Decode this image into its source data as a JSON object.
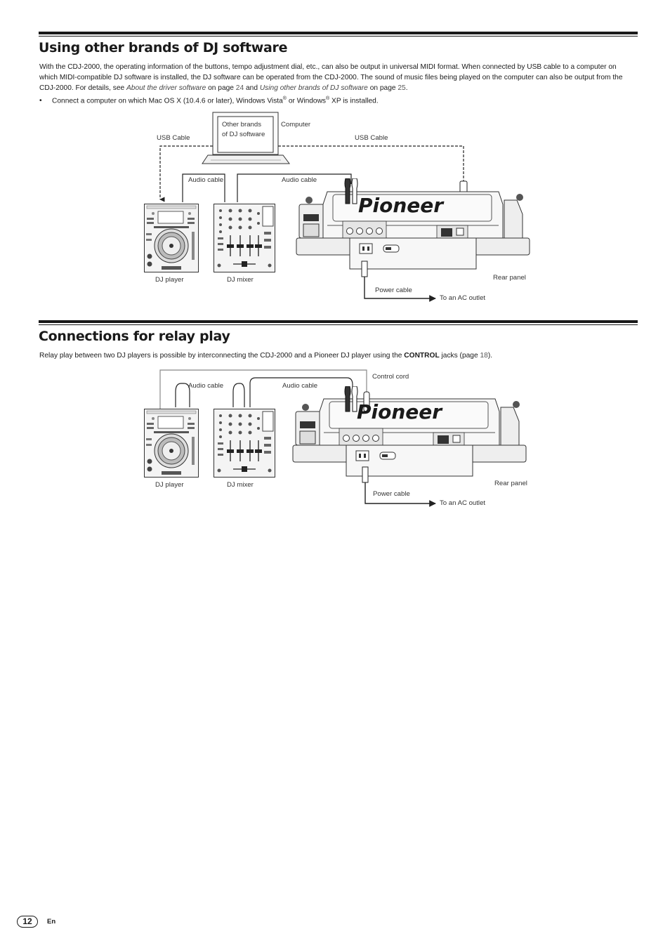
{
  "section1": {
    "title": "Using other brands of DJ software",
    "body_1": "With the CDJ-2000, the operating information of the buttons, tempo adjustment dial, etc., can also be output in universal MIDI format. When connected by USB cable to a computer on which MIDI-compatible DJ software is installed, the DJ software can be operated from the CDJ-2000. The sound of music files being played on the computer can also be output from the CDJ-2000. For details, see",
    "link_1": "About the driver software",
    "on_page_1": "on page",
    "page_1": "24",
    "and": "and",
    "link_2": "Using other brands of DJ software",
    "on_page_2": "on page",
    "page_2": "25",
    "end": ".",
    "bullet": "•",
    "bullet_text_1": "Connect a computer on which Mac OS X (10.4.6 or later), Windows Vista",
    "reg": "®",
    "bullet_text_2": "or Windows",
    "bullet_text_3": "XP is installed."
  },
  "diagram1": {
    "screen_line1": "Other brands",
    "screen_line2": "of DJ software",
    "computer": "Computer",
    "usb_left": "USB Cable",
    "usb_right": "USB Cable",
    "audio_left": "Audio cable",
    "audio_right": "Audio cable",
    "dj_player": "DJ player",
    "dj_mixer": "DJ mixer",
    "rear_panel": "Rear panel",
    "power_cable": "Power cable",
    "ac_outlet": "To an AC outlet",
    "brand": "Pioneer"
  },
  "section2": {
    "title": "Connections for relay play",
    "body_1": "Relay play between two DJ players is possible by interconnecting the CDJ-2000 and a Pioneer DJ player using the",
    "control": "CONTROL",
    "body_2": "jacks (page",
    "page": "18",
    "body_3": ")."
  },
  "diagram2": {
    "audio_left": "Audio cable",
    "audio_right": "Audio cable",
    "control_cord": "Control cord",
    "dj_player": "DJ player",
    "dj_mixer": "DJ mixer",
    "rear_panel": "Rear panel",
    "power_cable": "Power cable",
    "ac_outlet": "To an AC outlet",
    "brand": "Pioneer"
  },
  "footer": {
    "page_number": "12",
    "lang": "En"
  }
}
